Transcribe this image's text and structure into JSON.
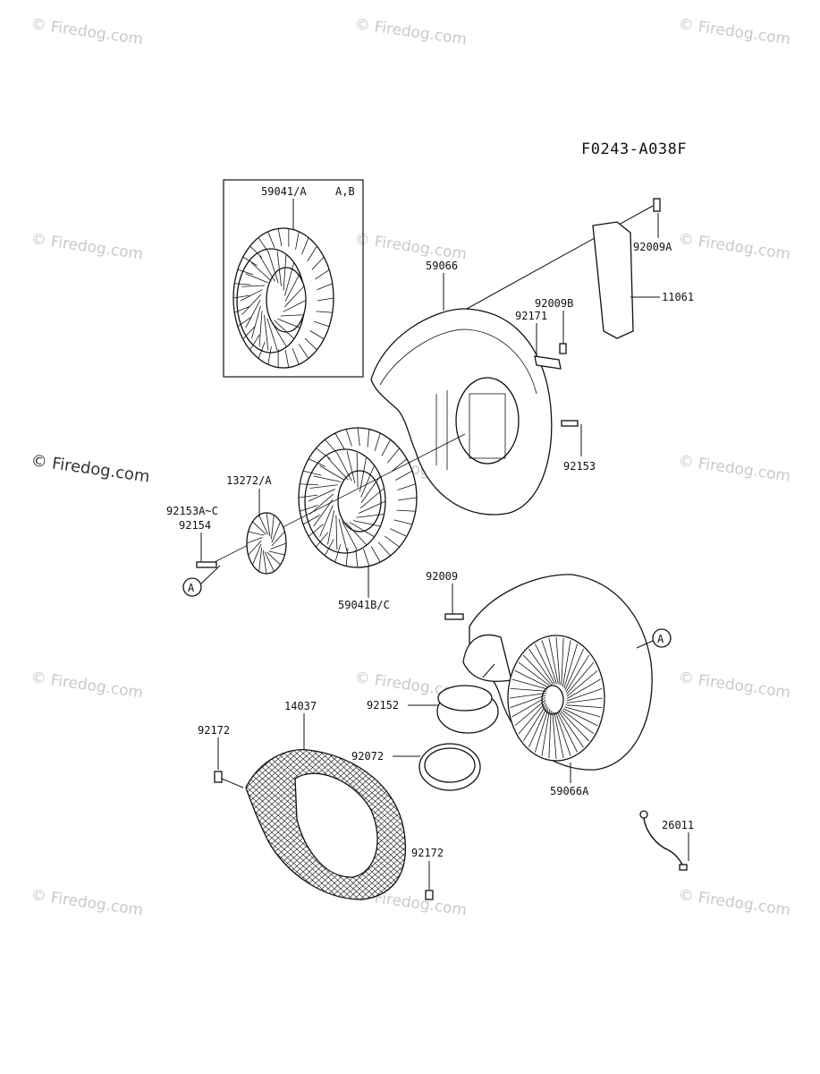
{
  "diagram_code": "F0243-A038F",
  "watermark": "© Firedog.com",
  "callout_letter": "A",
  "inset_label": "A,B",
  "parts": {
    "p59041_A": "59041/A",
    "p59066": "59066",
    "p92009A": "92009A",
    "p11061": "11061",
    "p92009B": "92009B",
    "p92171": "92171",
    "p92153": "92153",
    "p13272_A": "13272/A",
    "p92153A_C": "92153A~C",
    "p92154": "92154",
    "p59041B_C": "59041B/C",
    "p92009": "92009",
    "p92152": "92152",
    "p14037": "14037",
    "p92172_top": "92172",
    "p92072": "92072",
    "p59066A": "59066A",
    "p26011": "26011",
    "p92172_bottom": "92172"
  }
}
